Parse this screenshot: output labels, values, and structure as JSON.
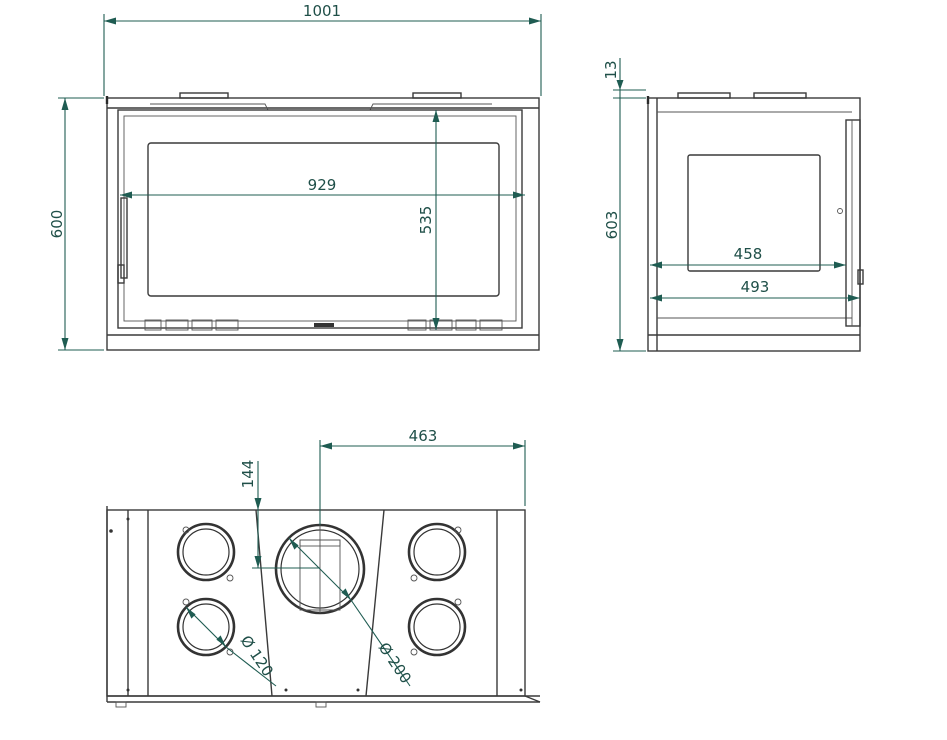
{
  "front_view": {
    "width_overall": "1001",
    "width_inner": "929",
    "height_overall": "600",
    "height_inner": "535"
  },
  "side_view": {
    "top_offset": "13",
    "height": "603",
    "window_width": "458",
    "depth": "493"
  },
  "top_view": {
    "flue_offset": "463",
    "flue_depth": "144",
    "flue_diameter": "Ø 200",
    "air_diameter": "Ø 120"
  },
  "colors": {
    "dimension_line": "#1f5c52",
    "outline": "#3a3a3a"
  }
}
